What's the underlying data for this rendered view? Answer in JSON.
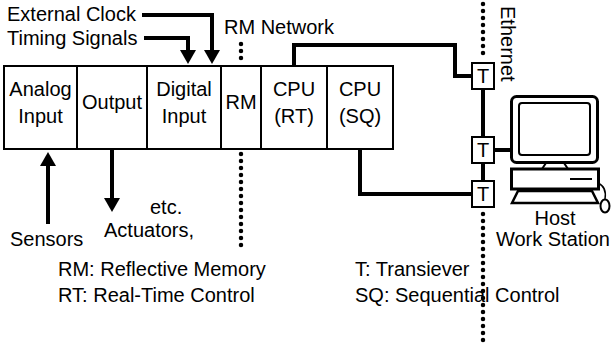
{
  "diagram": {
    "nodes": [
      {
        "text": [
          "Analog Input"
        ]
      },
      {
        "text": [
          "Output"
        ]
      },
      {
        "text": [
          "Digital Input"
        ]
      },
      {
        "text": [
          "RM"
        ]
      },
      {
        "text": [
          "CPU (RT)"
        ]
      },
      {
        "text": [
          "CPU (SQ)"
        ]
      },
      {
        "text": [
          "T"
        ]
      },
      {
        "text": [
          "T"
        ]
      },
      {
        "text": [
          "T"
        ]
      },
      {
        "text": [
          "Host",
          "Work Station"
        ]
      }
    ],
    "edges": [
      {
        "from": 4,
        "to": 6,
        "arrow": "none"
      },
      {
        "from": 5,
        "to": 8,
        "arrow": "none"
      },
      {
        "from": 6,
        "to": 7,
        "arrow": "none"
      },
      {
        "from": 7,
        "to": 8,
        "arrow": "none"
      },
      {
        "from": 7,
        "to": 9,
        "arrow": "none"
      }
    ],
    "labels": [
      "External Clock",
      "Timing Signals",
      "RM Network",
      "Ethernet",
      "Sensors",
      "Actuators,",
      "etc.",
      "RM: Reflective Memory",
      "RT: Real-Time Control",
      "T: Transiever",
      "SQ: Sequential Control"
    ]
  }
}
